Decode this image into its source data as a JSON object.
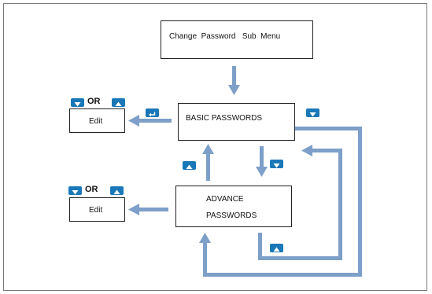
{
  "submenu_label": "Change  Password   Sub  Menu",
  "basic_label": "BASIC PASSWORDS",
  "advance_line1": "ADVANCE",
  "advance_line2": "PASSWORDS",
  "edit_label": "Edit",
  "or_label": "OR",
  "colors": {
    "arrow": "#7d9fc8",
    "key": "#1a78b8",
    "border": "#222222"
  },
  "icons": [
    "down-key-icon",
    "up-key-icon",
    "enter-key-icon"
  ]
}
